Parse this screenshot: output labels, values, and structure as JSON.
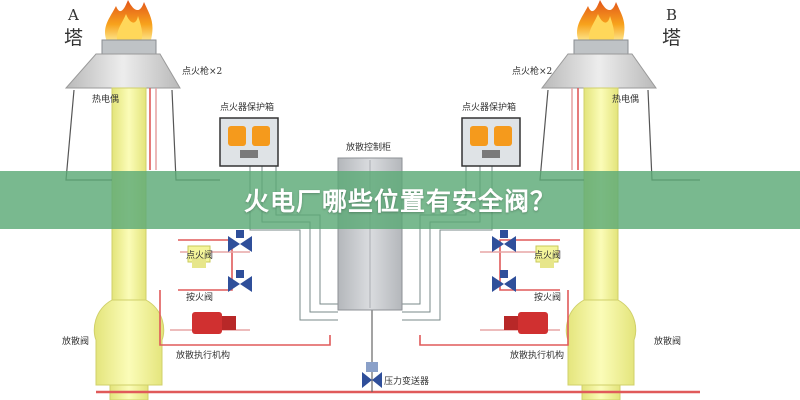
{
  "colors": {
    "tube": "#f4f59a",
    "tube_edge": "#d8d86a",
    "hood": "#cfcfcf",
    "flame": "#f59a1c",
    "pipe_red": "#e05a5a",
    "pipe_pink": "#e7a6a6",
    "wire": "#7a8a8a",
    "valve_blue": "#2f4f9a",
    "valve_red": "#d03030",
    "cabinet": "#c9cbce",
    "banner_bg": "#5caa76"
  },
  "diagram": {
    "tower_a": {
      "letter": "A",
      "name": "塔"
    },
    "tower_b": {
      "letter": "B",
      "name": "塔"
    },
    "labels": {
      "igniter_left": "点火枪×2",
      "igniter_right": "点火枪×2",
      "thermocouple_left": "热电偶",
      "thermocouple_right": "热电偶",
      "igniter_box_left": "点火器保护箱",
      "igniter_box_right": "点火器保护箱",
      "control_cabinet": "放散控制柜",
      "ignition_valve_left": "点火阀",
      "ignition_valve_right": "点火阀",
      "pilot_valve_left": "按火阀",
      "pilot_valve_right": "按火阀",
      "vent_valve_left": "放散阀",
      "vent_valve_right": "放散阀",
      "vent_actuator_left": "放散执行机构",
      "vent_actuator_right": "放散执行机构",
      "pressure_transmitter": "压力变送器"
    }
  },
  "banner": {
    "text": "火电厂哪些位置有安全阀？"
  }
}
